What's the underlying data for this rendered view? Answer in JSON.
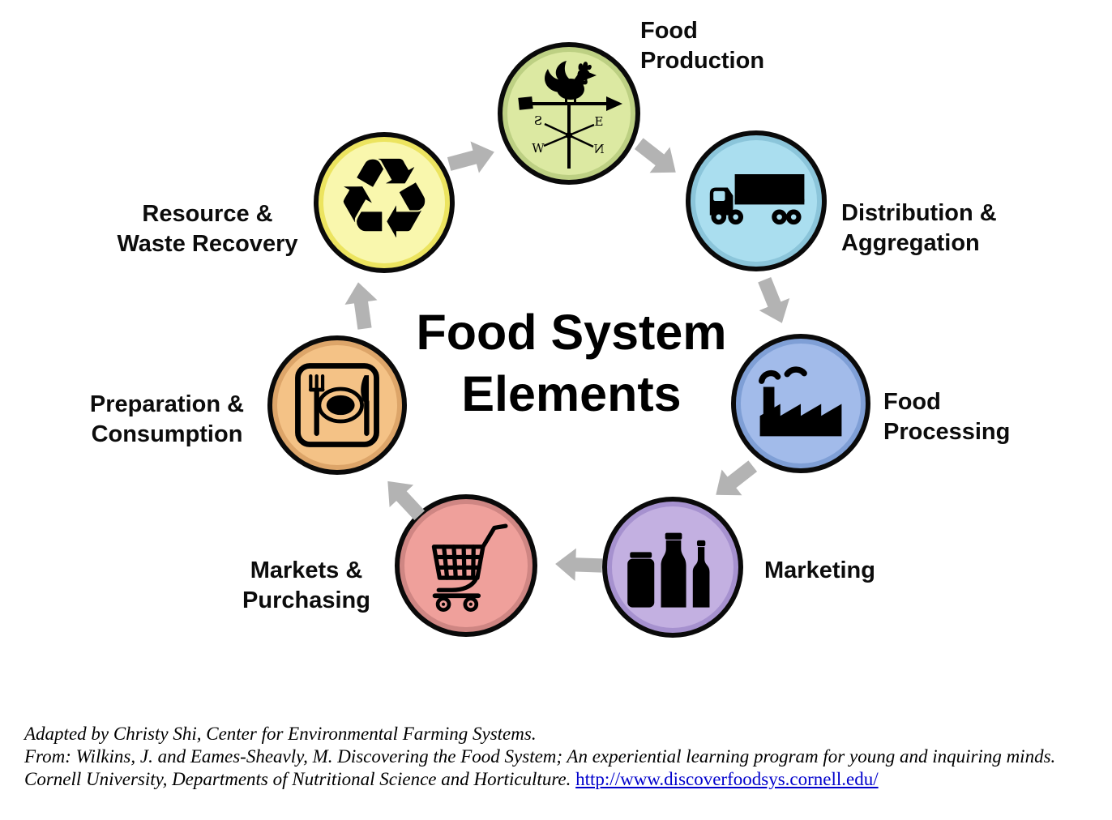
{
  "title": {
    "line1": "Food System",
    "line2": "Elements"
  },
  "arrow_color": "#b3b3b3",
  "nodes": [
    {
      "id": "food-production",
      "label_lines": [
        "Food",
        "Production"
      ],
      "fill": "#dcE9a2",
      "rim": "#bdd083",
      "icon": "weathervane-rooster-icon"
    },
    {
      "id": "distribution-aggregation",
      "label_lines": [
        "Distribution &",
        "Aggregation"
      ],
      "fill": "#aadeef",
      "rim": "#8bc5da",
      "icon": "truck-icon"
    },
    {
      "id": "food-processing",
      "label_lines": [
        "Food",
        "Processing"
      ],
      "fill": "#a2bbea",
      "rim": "#7f9fd6",
      "icon": "factory-icon"
    },
    {
      "id": "marketing",
      "label_lines": [
        "Marketing"
      ],
      "fill": "#c3b0e1",
      "rim": "#a691cf",
      "icon": "bottles-icon"
    },
    {
      "id": "markets-purchasing",
      "label_lines": [
        "Markets &",
        "Purchasing"
      ],
      "fill": "#efa09b",
      "rim": "#cf8683",
      "icon": "shopping-cart-icon"
    },
    {
      "id": "preparation-consumption",
      "label_lines": [
        "Preparation &",
        "Consumption"
      ],
      "fill": "#f4c286",
      "rim": "#dda569",
      "icon": "plate-fork-knife-icon"
    },
    {
      "id": "resource-waste-recovery",
      "label_lines": [
        "Resource &",
        "Waste Recovery"
      ],
      "fill": "#f9f7ad",
      "rim": "#ece45f",
      "icon": "recycle-icon"
    }
  ],
  "recycle_glyph": "♻",
  "compass": {
    "south": "S",
    "east": "E",
    "west": "W",
    "north": "N"
  },
  "footer": {
    "line1": "Adapted by Christy Shi, Center for Environmental Farming Systems.",
    "line2": "From:  Wilkins, J. and Eames-Sheavly, M. Discovering the Food System; An experiential learning program for young and inquiring minds.",
    "line3_prefix": "Cornell University, Departments of Nutritional Science and Horticulture. ",
    "link": "http://www.discoverfoodsys.cornell.edu/",
    "link_color": "#0000cc"
  }
}
